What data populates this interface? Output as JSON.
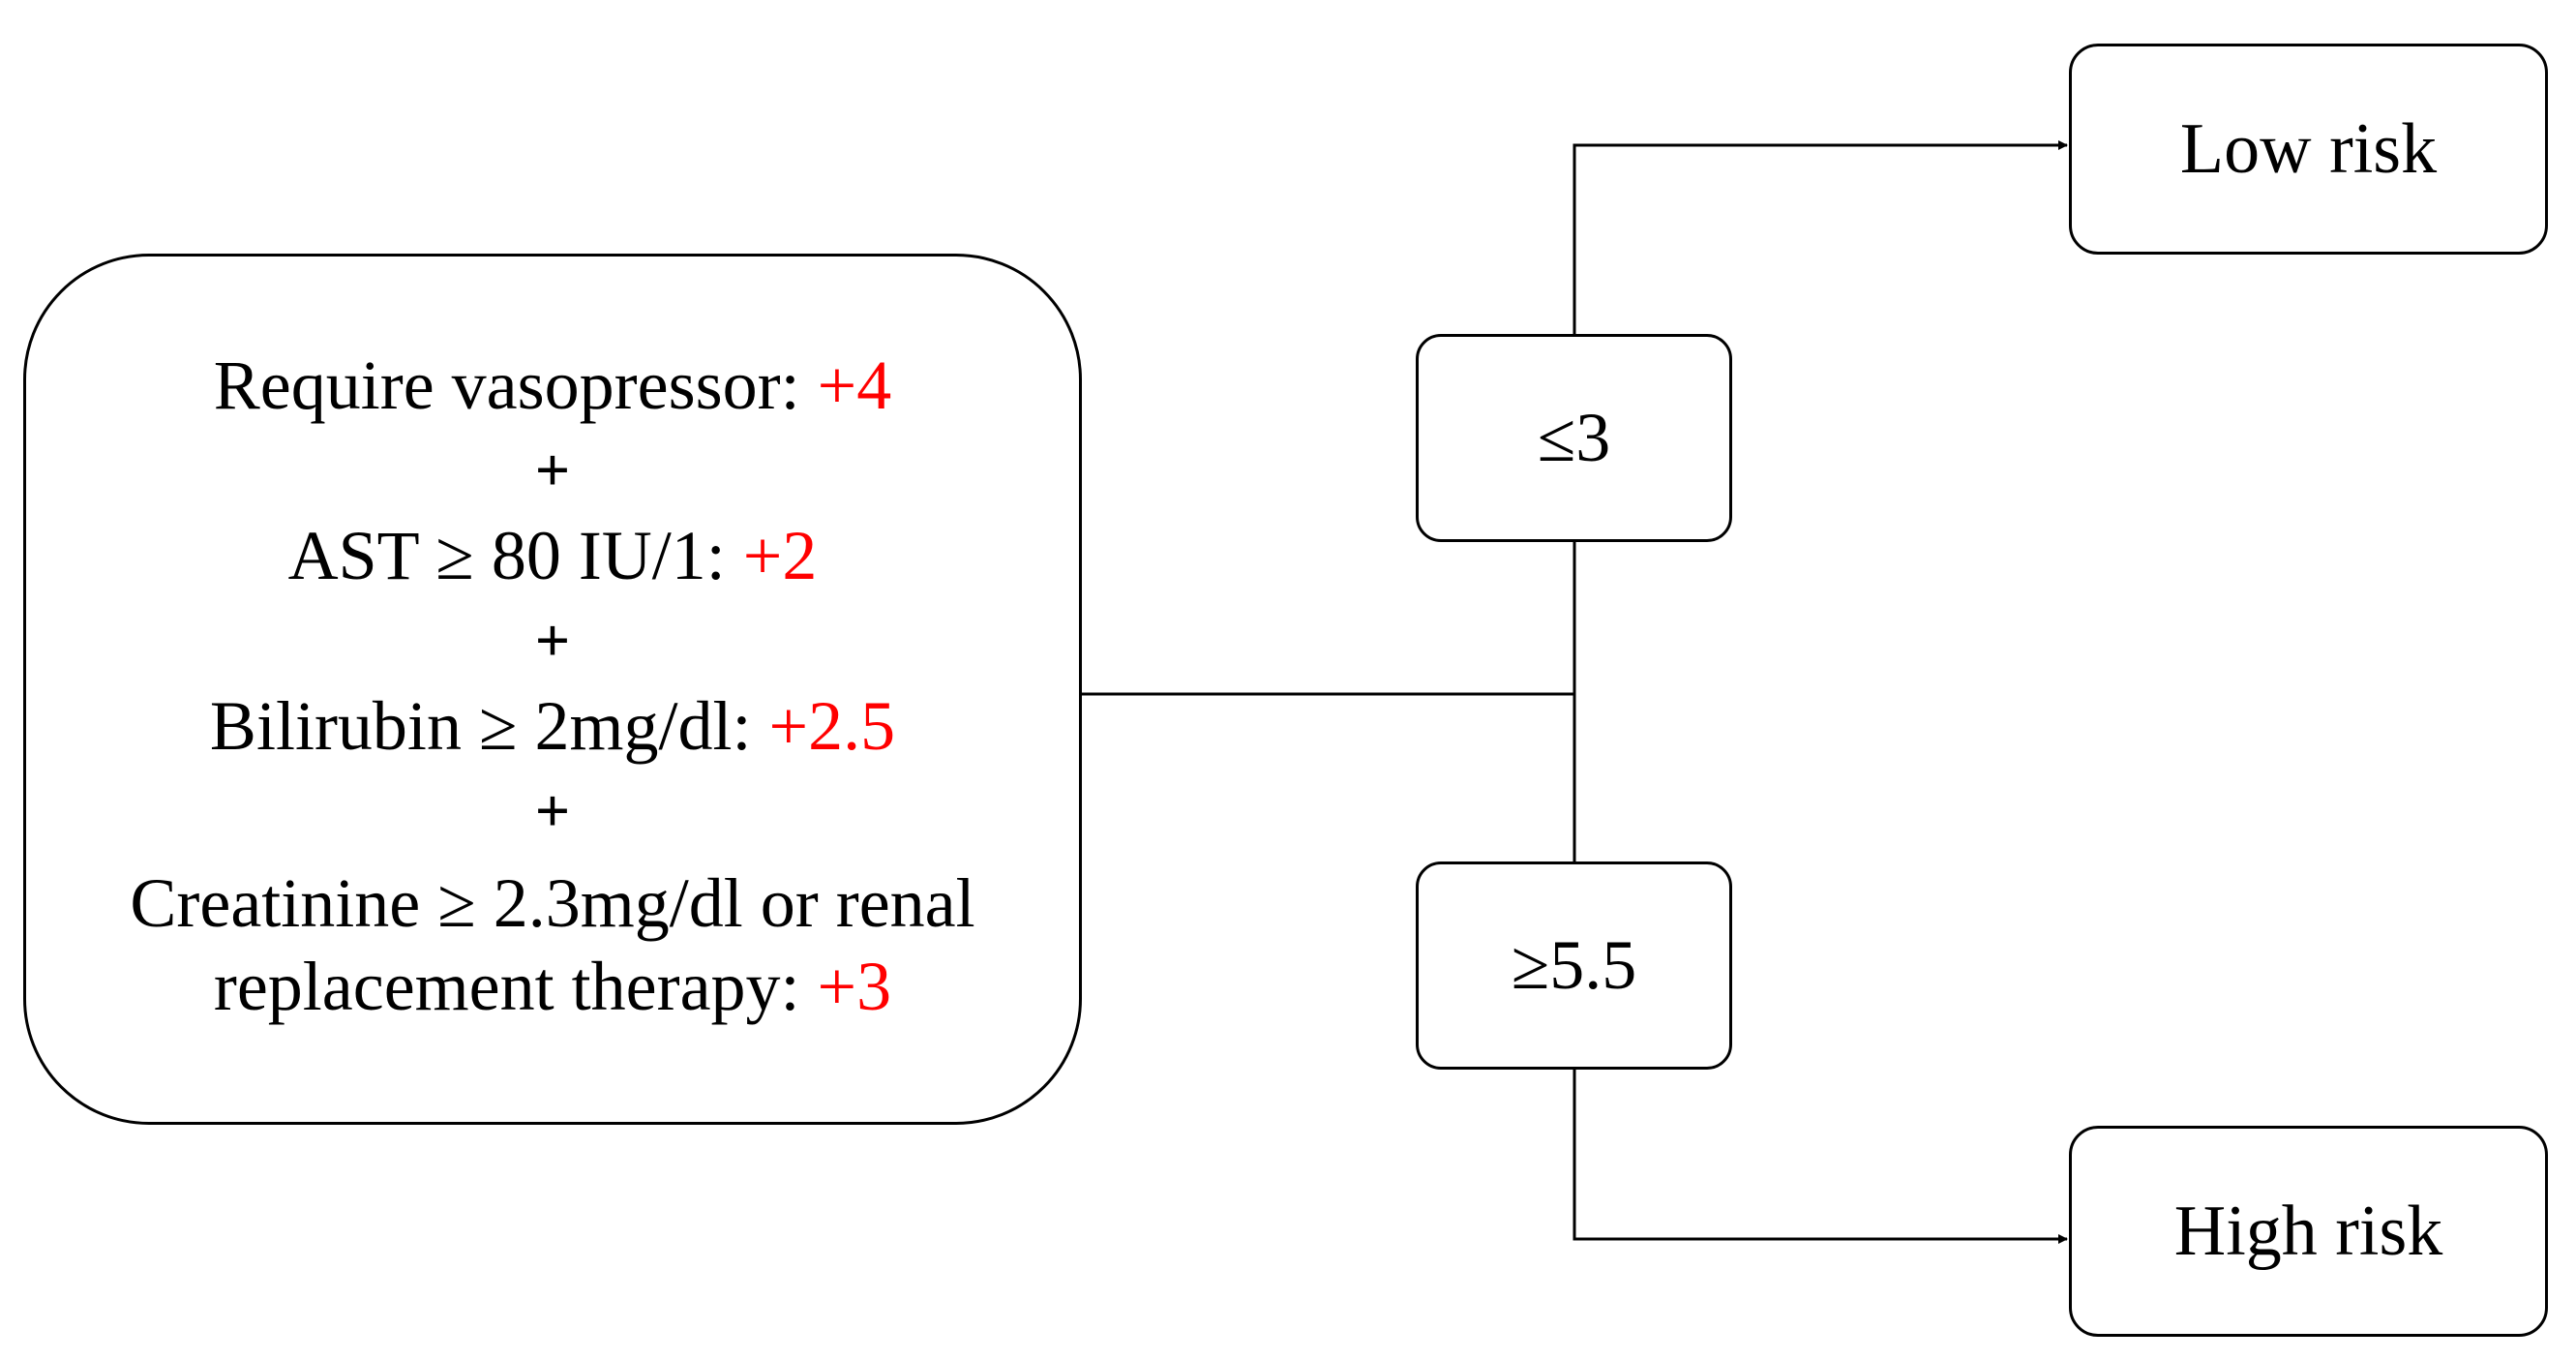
{
  "criteria": [
    {
      "condition": "Require vasopressor:",
      "points": "+4"
    },
    {
      "condition": "AST ≥ 80 IU/1:",
      "points": "+2"
    },
    {
      "condition": "Bilirubin ≥ 2mg/dl:",
      "points": "+2.5"
    },
    {
      "condition_line1": "Creatinine ≥ 2.3mg/dl or renal",
      "condition_line2": "replacement therapy:",
      "points": "+3"
    }
  ],
  "plus_sign": "+",
  "thresholds": {
    "low": "≤3",
    "high": "≥5.5"
  },
  "outcomes": {
    "low": "Low risk",
    "high": "High risk"
  },
  "colors": {
    "points": "#ff0000",
    "line": "#000000"
  }
}
